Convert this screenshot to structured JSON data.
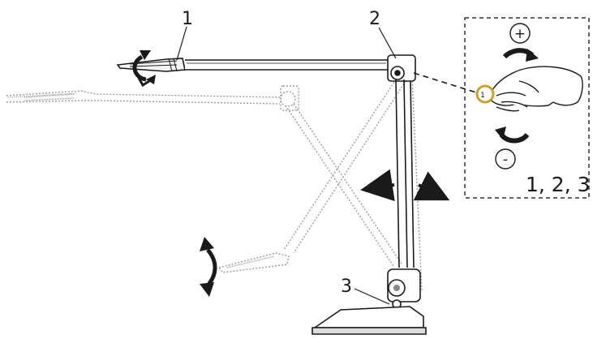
{
  "callouts": {
    "c1": "1",
    "c2": "2",
    "c3": "3"
  },
  "inset": {
    "plus": "+",
    "minus": "-",
    "coin_text": "1",
    "caption": "1, 2, 3"
  },
  "icons": [
    "rotate-arrows-icon",
    "tilt-arrows-icon",
    "up-down-arrow-icon",
    "hand-coin-icon",
    "clockwise-arrow-icon",
    "counterclockwise-arrow-icon"
  ],
  "colors": {
    "line": "#1a1a1a",
    "ghost": "#9a9a9a",
    "coin": "#c9a227"
  }
}
